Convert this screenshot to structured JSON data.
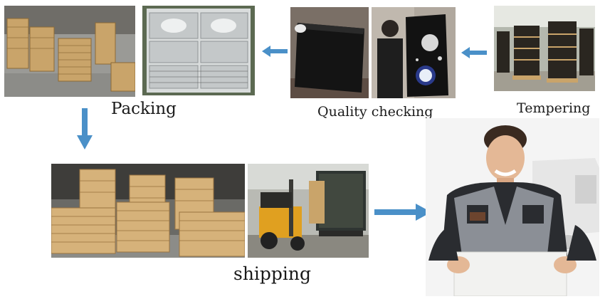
{
  "steps": {
    "tempering": {
      "label": "Tempering"
    },
    "quality_checking": {
      "label": "Quality checking"
    },
    "packing": {
      "label": "Packing"
    },
    "shipping": {
      "label": "shipping"
    }
  },
  "colors": {
    "arrow": "#4a90c8",
    "cardboard": "#c9a46a",
    "warehouse_floor": "#8c8c88",
    "glass_black": "#141414",
    "forklift": "#e0a020",
    "uniform_grey": "#8b8f96",
    "uniform_dark": "#2a2c30"
  },
  "icons": [
    "arrow-left-icon",
    "arrow-down-icon",
    "arrow-right-icon"
  ]
}
